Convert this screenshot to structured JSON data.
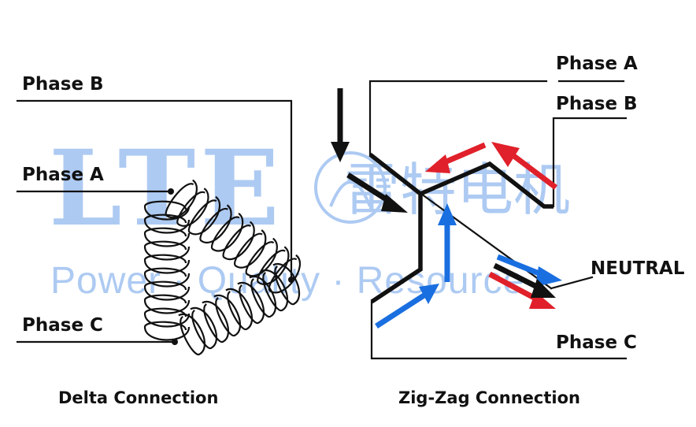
{
  "delta": {
    "phase_b": "Phase B",
    "phase_a": "Phase A",
    "phase_c": "Phase C",
    "caption": "Delta Connection"
  },
  "zigzag": {
    "phase_a": "Phase A",
    "phase_b": "Phase B",
    "phase_c": "Phase C",
    "neutral": "NEUTRAL",
    "caption": "Zig-Zag Connection"
  },
  "watermark": {
    "logo": "LTE",
    "chinese": "雷特电机",
    "tagline": "Power · Quality · Resource"
  },
  "colors": {
    "watermark": "#a9c8f2",
    "red_arrow": "#e0202a",
    "blue_arrow": "#1a6fe0",
    "black_arrow": "#111111",
    "wire": "#111111"
  }
}
